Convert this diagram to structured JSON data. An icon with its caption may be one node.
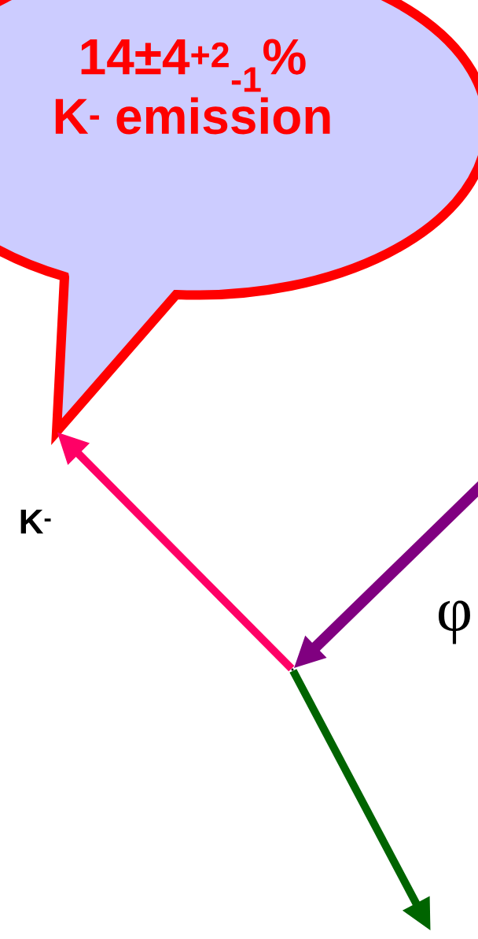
{
  "diagram": {
    "nodes": [
      {
        "text": [
          "14±4$^{+2}$$_{-1}$%",
          "K$^{-}$ emission"
        ]
      },
      {
        "text": [],
        "shape": "point"
      }
    ],
    "edges": [
      {
        "from": 1,
        "to": 0,
        "arrow": "to",
        "label": "K$^{-}$",
        "color": "#ff0066"
      },
      {
        "from": null,
        "to": 1,
        "arrow": "to",
        "label": "φ",
        "color": "#800080"
      },
      {
        "from": 1,
        "to": null,
        "arrow": "to",
        "color": "#006400"
      }
    ]
  }
}
